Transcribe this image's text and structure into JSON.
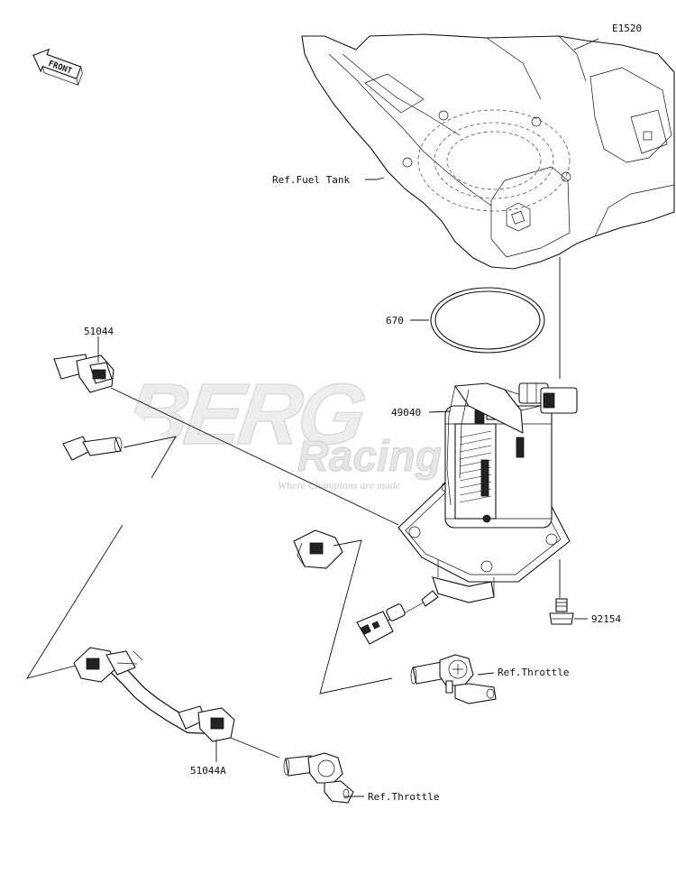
{
  "diagram_code": "E1520",
  "direction_label": "FRONT",
  "watermark": {
    "brand": "BERG",
    "sub": "Racing",
    "tagline": "Where Champions are made"
  },
  "callouts": [
    {
      "id": "fuel-tank",
      "text": "Ref.Fuel Tank"
    },
    {
      "id": "670",
      "text": "670"
    },
    {
      "id": "51044",
      "text": "51044"
    },
    {
      "id": "49040",
      "text": "49040"
    },
    {
      "id": "92154",
      "text": "92154"
    },
    {
      "id": "throttle-1",
      "text": "Ref.Throttle"
    },
    {
      "id": "51044a",
      "text": "51044A"
    },
    {
      "id": "throttle-2",
      "text": "Ref.Throttle"
    }
  ]
}
